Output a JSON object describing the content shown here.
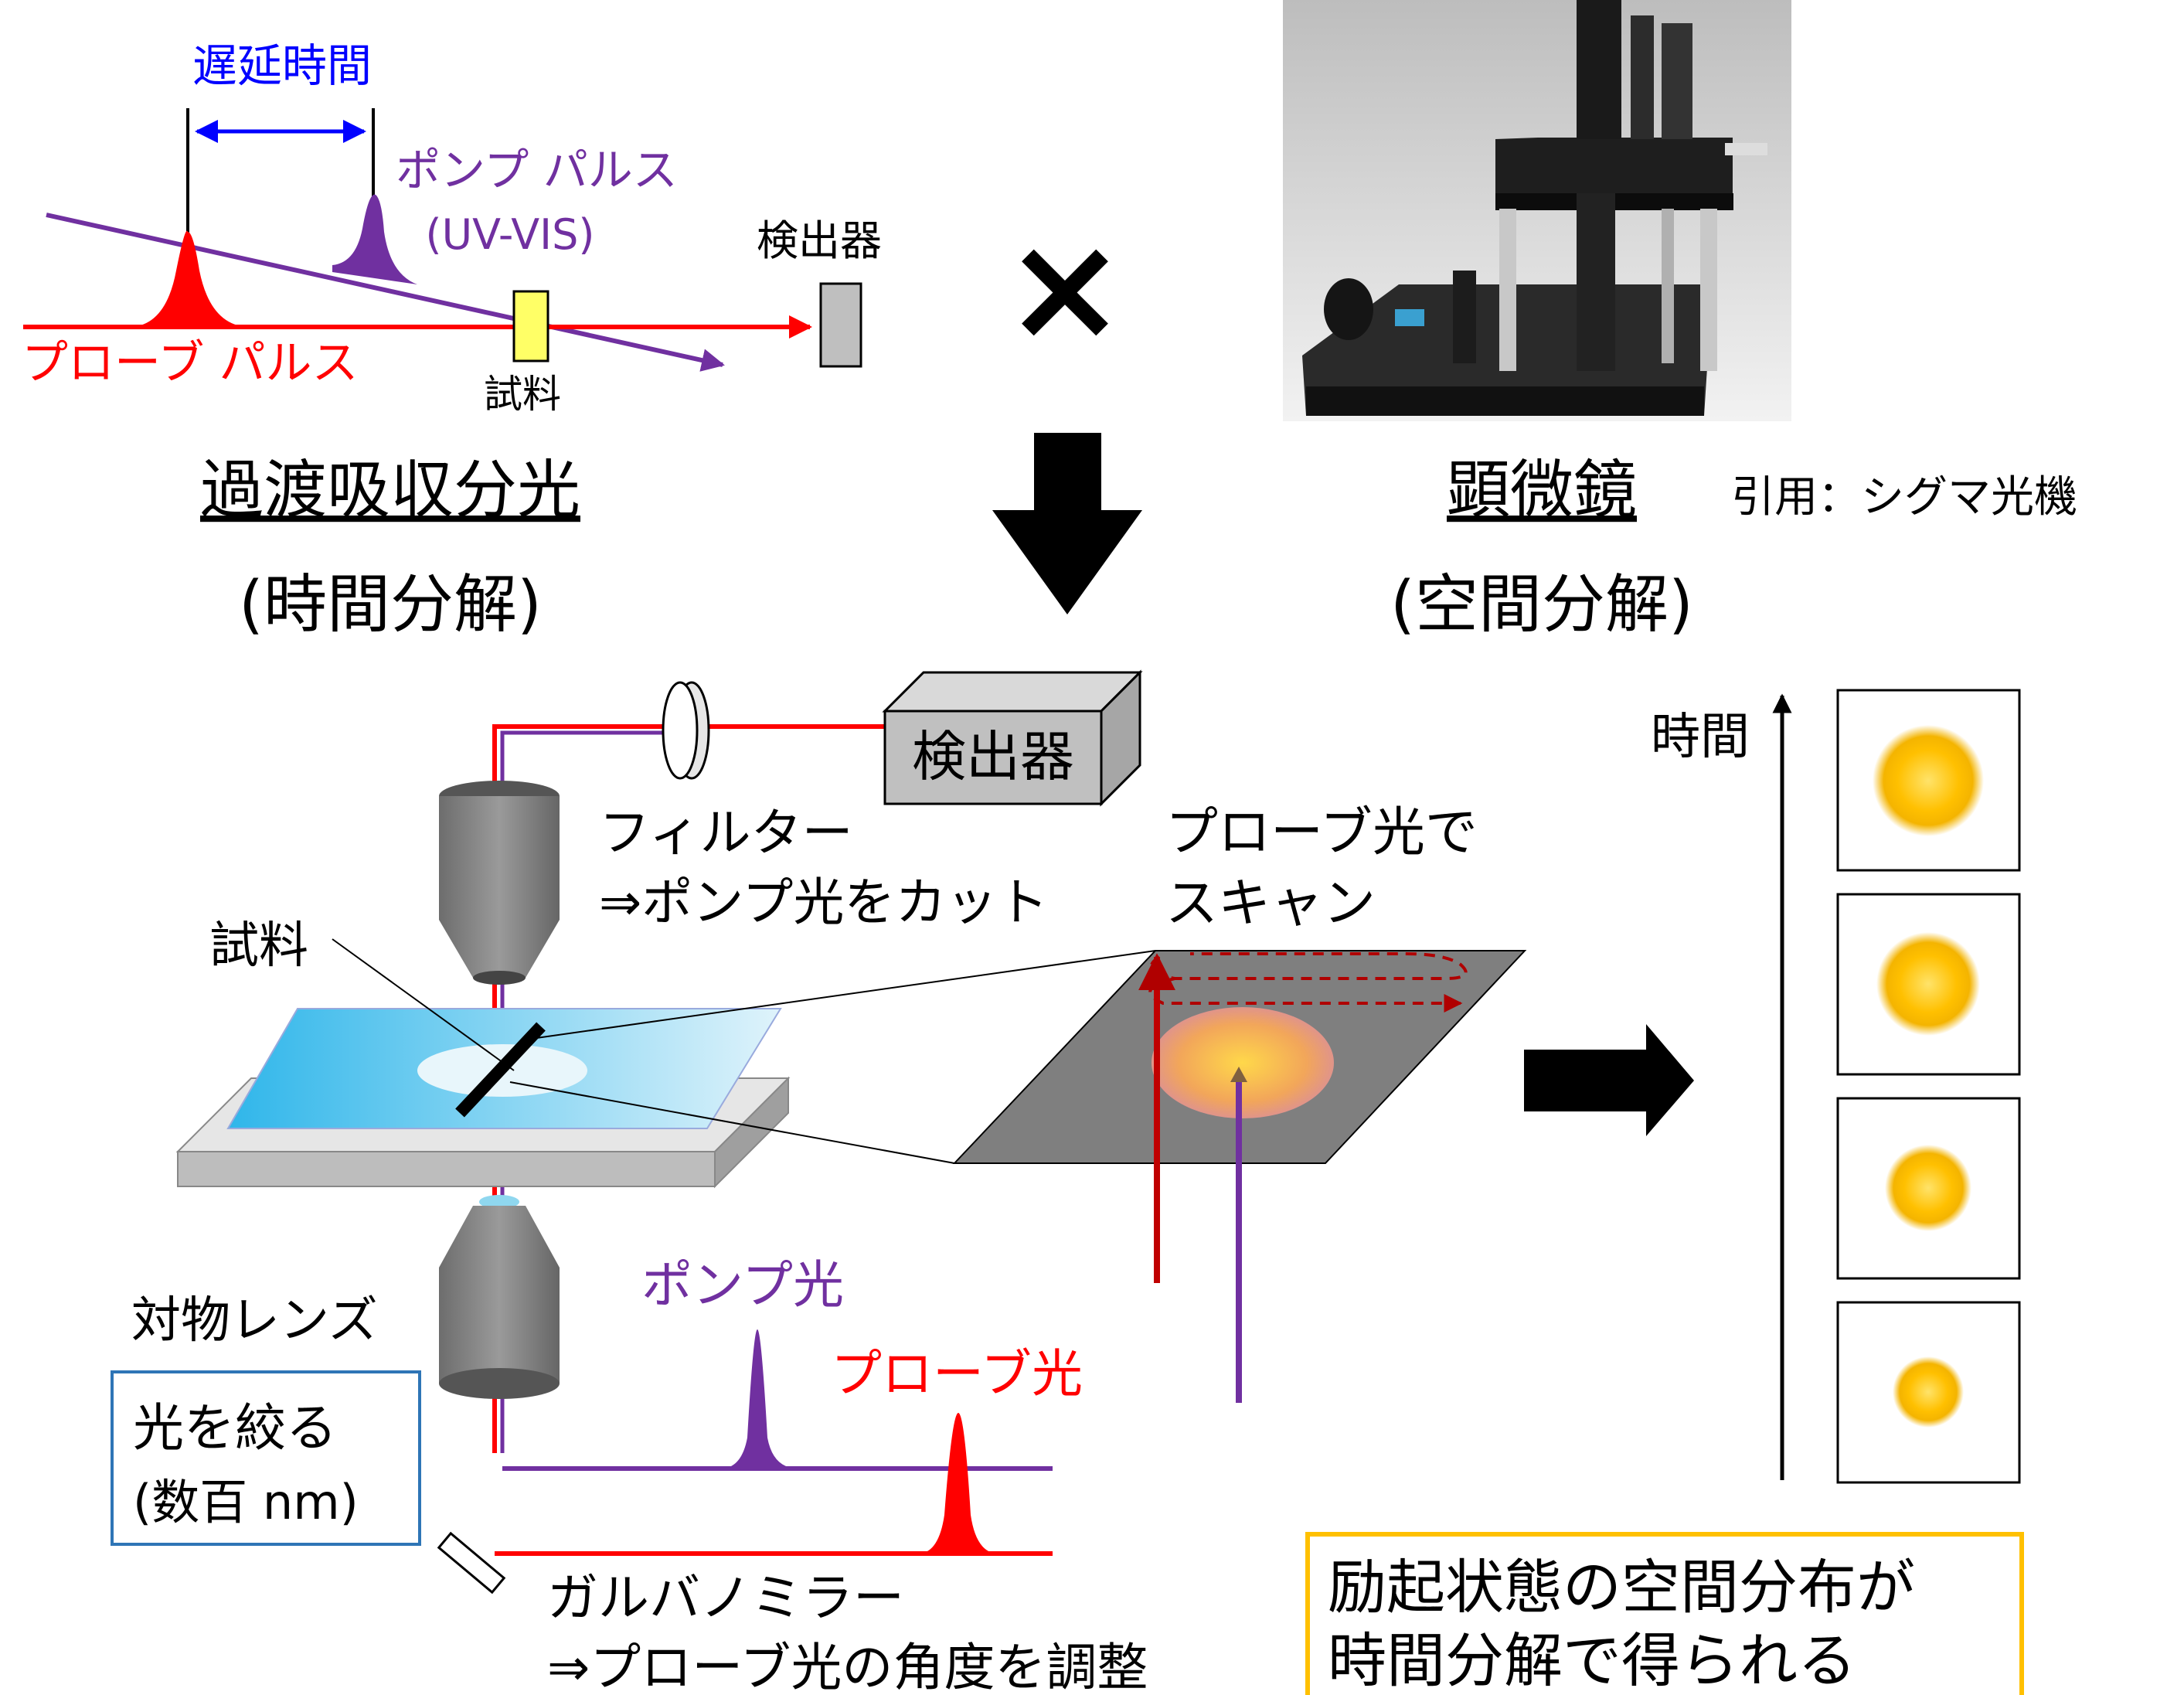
{
  "top_left": {
    "delay_label": "遅延時間",
    "pump_label": "ポンプ パルス",
    "pump_range": "(UV-VIS)",
    "detector_label": "検出器",
    "sample_label": "試料",
    "probe_label": "プローブ パルス"
  },
  "cross_symbol": "×",
  "transient_title": "過渡吸収分光",
  "transient_sub": "(時間分解)",
  "microscope_title": "顕微鏡",
  "microscope_credit": "引用：シグマ光機",
  "microscope_sub": "(空間分解)",
  "setup": {
    "detector_box": "検出器",
    "filter_line1": "フィルター",
    "filter_line2": "⇒ポンプ光をカット",
    "sample_label": "試料",
    "scan_line1": "プローブ光で",
    "scan_line2": "スキャン",
    "objective_label": "対物レンズ",
    "focus_line1": "光を絞る",
    "focus_line2": "(数百 nm)",
    "pump_light": "ポンプ光",
    "probe_light": "プローブ光",
    "mirror_line1": "ガルバノミラー",
    "mirror_line2": "⇒プローブ光の角度を調整"
  },
  "time_axis_label": "時間",
  "result_line1": "励起状態の空間分布が",
  "result_line2": "時間分解で得られる",
  "colors": {
    "pump": "#7030a0",
    "probe": "#ff0000",
    "delay": "#0000ff",
    "spot": "#ffc000",
    "result_border": "#ffc000",
    "focus_border": "#2e75b6"
  }
}
